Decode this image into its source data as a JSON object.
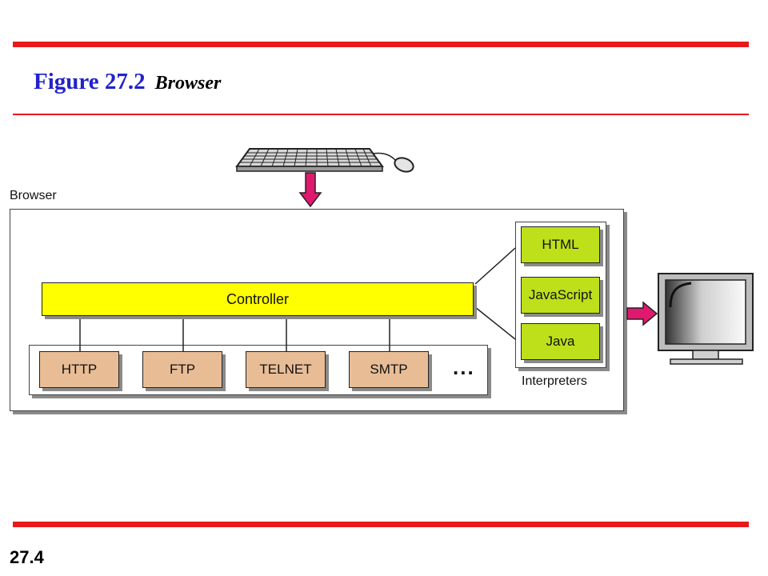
{
  "slide": {
    "figure_label": "Figure 27.2",
    "figure_name": "Browser",
    "page_number": "27.4"
  },
  "diagram": {
    "browser_label": "Browser",
    "controller_label": "Controller",
    "protocols": [
      "HTTP",
      "FTP",
      "TELNET",
      "SMTP"
    ],
    "more_marker": "...",
    "interpreters": [
      "HTML",
      "JavaScript",
      "Java"
    ],
    "interpreters_label": "Interpreters"
  },
  "colors": {
    "rule": "#e8191a",
    "title": "#2222cc",
    "controller": "#ffff00",
    "protocol": "#e8bd96",
    "interpreter": "#bde01a",
    "arrow": "#e0196e"
  },
  "icons": [
    "keyboard-icon",
    "mouse-icon",
    "monitor-icon"
  ]
}
